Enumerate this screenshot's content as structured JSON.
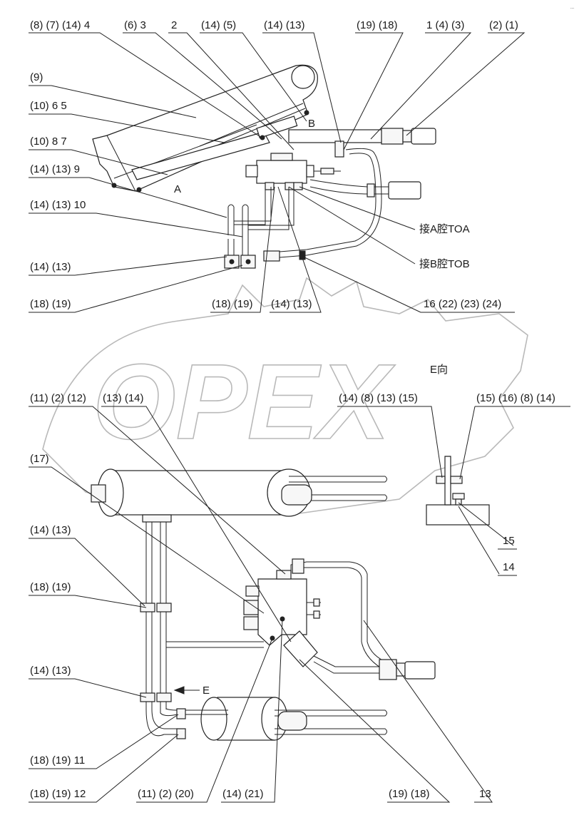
{
  "corner_mark": "...",
  "watermark": {
    "text": "OPEX"
  },
  "view_label": "E向",
  "arrow_label": "E",
  "point_labels": {
    "a": "A",
    "b": "B"
  },
  "port_labels": {
    "to_a": "接A腔TOA",
    "to_b": "接B腔TOB"
  },
  "callouts": {
    "top_1": "(8) (7) (14) 4",
    "top_2": "(6) 3",
    "top_3": "2",
    "top_4": "(14) (5)",
    "top_5": "(14) (13)",
    "top_6": "(19) (18)",
    "top_7": "1 (4) (3)",
    "top_8": "(2) (1)",
    "left_1": "(9)",
    "left_2": "(10) 6 5",
    "left_3": "(10) 8 7",
    "left_4": "(14) (13) 9",
    "left_5": "(14) (13) 10",
    "left_6": "(14) (13)",
    "left_7": "(18) (19)",
    "mid_1": "(18) (19)",
    "mid_2": "(14) (13)",
    "mid_3": "16 (22) (23) (24)",
    "lower_top_1": "(11) (2) (12)",
    "lower_top_2": "(13) (14)",
    "lower_left_1": "(17)",
    "lower_left_2": "(14) (13)",
    "lower_left_3": "(18) (19)",
    "lower_left_4": "(14) (13)",
    "bottom_1": "(18) (19) 11",
    "bottom_2": "(18) (19) 12",
    "bottom_3": "(11) (2) (20)",
    "bottom_4": "(14) (21)",
    "bottom_5": "(19) (18)",
    "bottom_6": "13",
    "evw_1": "(14) (8) (13) (15)",
    "evw_2": "(15) (16) (8) (14)",
    "evw_3": "15",
    "evw_4": "14"
  }
}
